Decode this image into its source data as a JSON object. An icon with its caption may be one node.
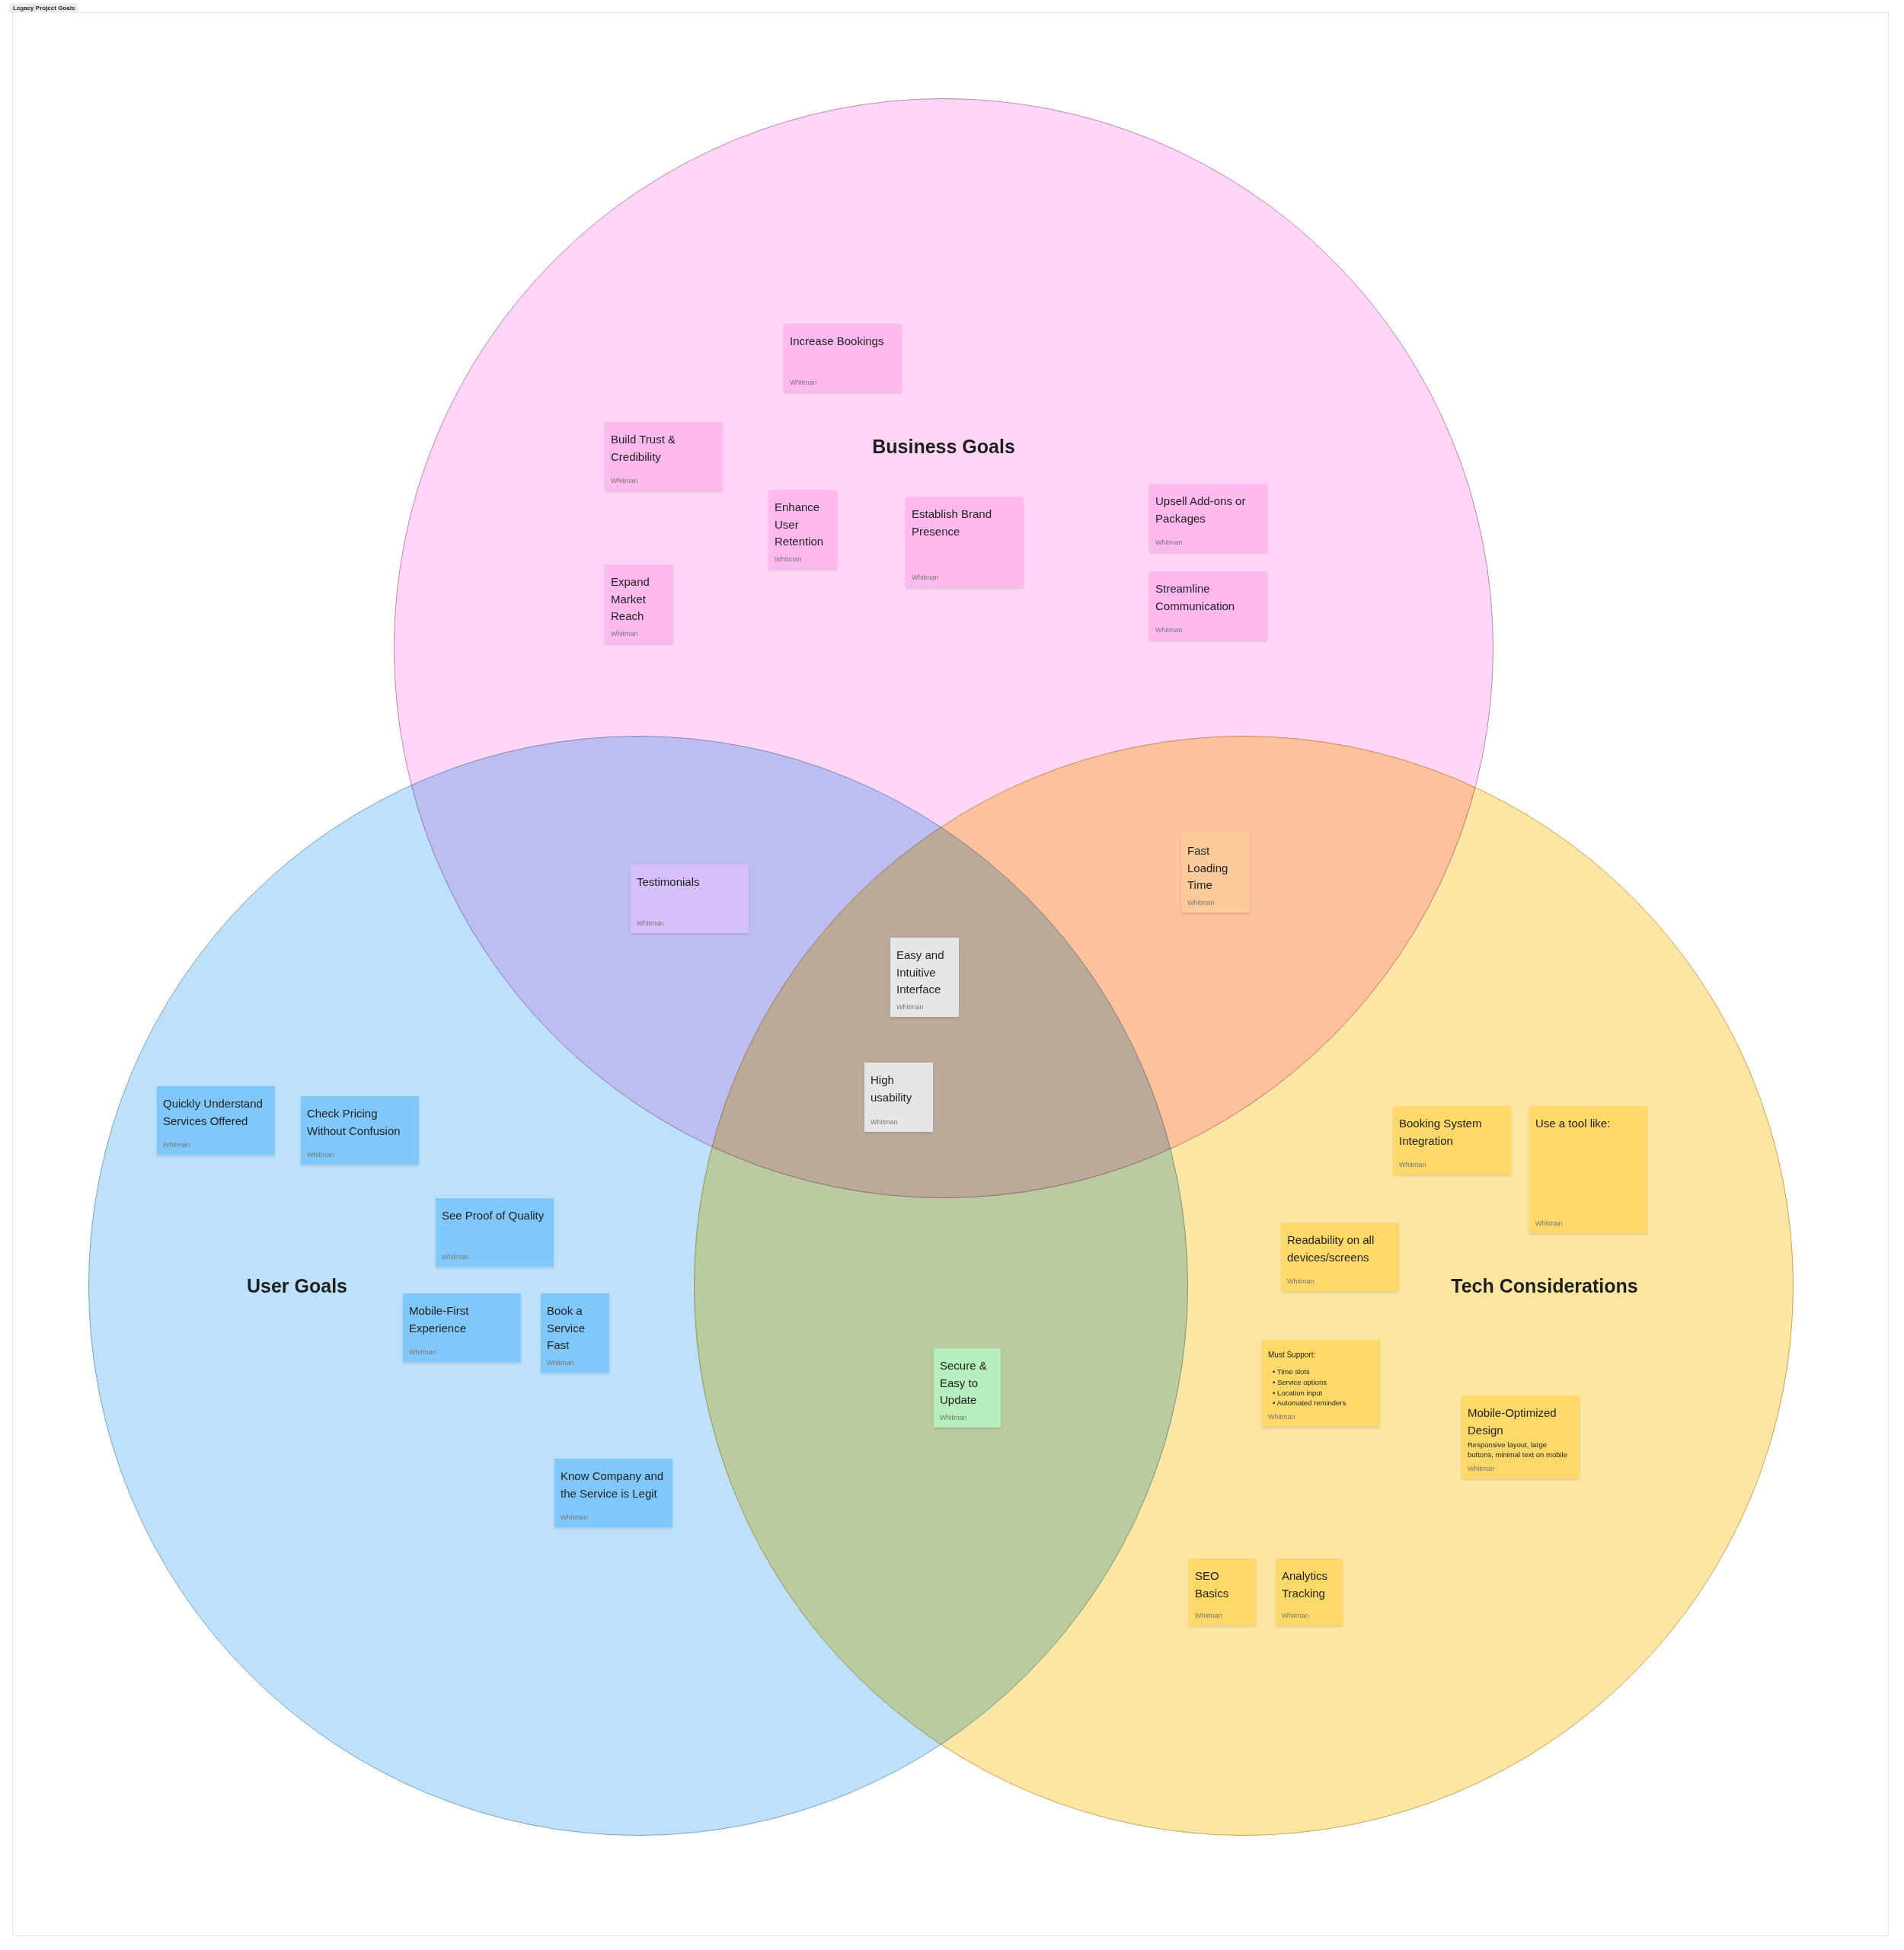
{
  "diagram": {
    "title": "Legacy Project Goals",
    "nodes": [
      {
        "text": [
          "Business Goals"
        ]
      },
      {
        "text": [
          "User Goals"
        ]
      },
      {
        "text": [
          "Tech Considerations"
        ]
      },
      {
        "text": [
          "Increase Bookings",
          "Whitman"
        ],
        "in": 0
      },
      {
        "text": [
          "Build Trust & Credibility",
          "Whitman"
        ],
        "in": 0
      },
      {
        "text": [
          "Upsell Add-ons or Packages",
          "Whitman"
        ],
        "in": 0
      },
      {
        "text": [
          "Enhance User Retention",
          "Whitman"
        ],
        "in": 0
      },
      {
        "text": [
          "Establish Brand Presence",
          "Whitman"
        ],
        "in": 0
      },
      {
        "text": [
          "Expand Market Reach",
          "Whitman"
        ],
        "in": 0
      },
      {
        "text": [
          "Streamline Communication",
          "Whitman"
        ],
        "in": 0
      },
      {
        "text": [
          "Fast Loading Time",
          "Whitman"
        ]
      },
      {
        "text": [
          "Testimonials",
          "Whitman"
        ]
      },
      {
        "text": [
          "Easy and Intuitive Interface",
          "Whitman"
        ]
      },
      {
        "text": [
          "High usability",
          "Whitman"
        ]
      },
      {
        "text": [
          "Quickly Understand Services Offered",
          "Whitman"
        ],
        "in": 1
      },
      {
        "text": [
          "Check Pricing Without Confusion",
          "Whitman"
        ],
        "in": 1
      },
      {
        "text": [
          "Booking System Integration",
          "Whitman"
        ],
        "in": 2
      },
      {
        "text": [
          "Use a tool like:",
          "Whitman"
        ],
        "in": 2
      },
      {
        "text": [
          "See Proof of Quality",
          "Whitman"
        ],
        "in": 1
      },
      {
        "text": [
          "Readability on all devices/screens",
          "Whitman"
        ],
        "in": 2
      },
      {
        "text": [
          "Mobile-First Experience",
          "Whitman"
        ],
        "in": 1
      },
      {
        "text": [
          "Book a Service Fast",
          "Whitman"
        ],
        "in": 1
      },
      {
        "text": [
          "Must Support:",
          "• Time slots",
          "• Service options",
          "• Location input",
          "• Automated reminders",
          "Whitman"
        ],
        "in": 2
      },
      {
        "text": [
          "Secure & Easy to Update",
          "Whitman"
        ]
      },
      {
        "text": [
          "Mobile-Optimized Design",
          "Responsive layout, large buttons, minimal text on mobile",
          "Whitman"
        ],
        "in": 2
      },
      {
        "text": [
          "Know Company and the Service is Legit",
          "Whitman"
        ],
        "in": 1
      },
      {
        "text": [
          "SEO Basics",
          "Whitman"
        ],
        "in": 2
      },
      {
        "text": [
          "Analytics Tracking",
          "Whitman"
        ],
        "in": 2
      }
    ]
  }
}
